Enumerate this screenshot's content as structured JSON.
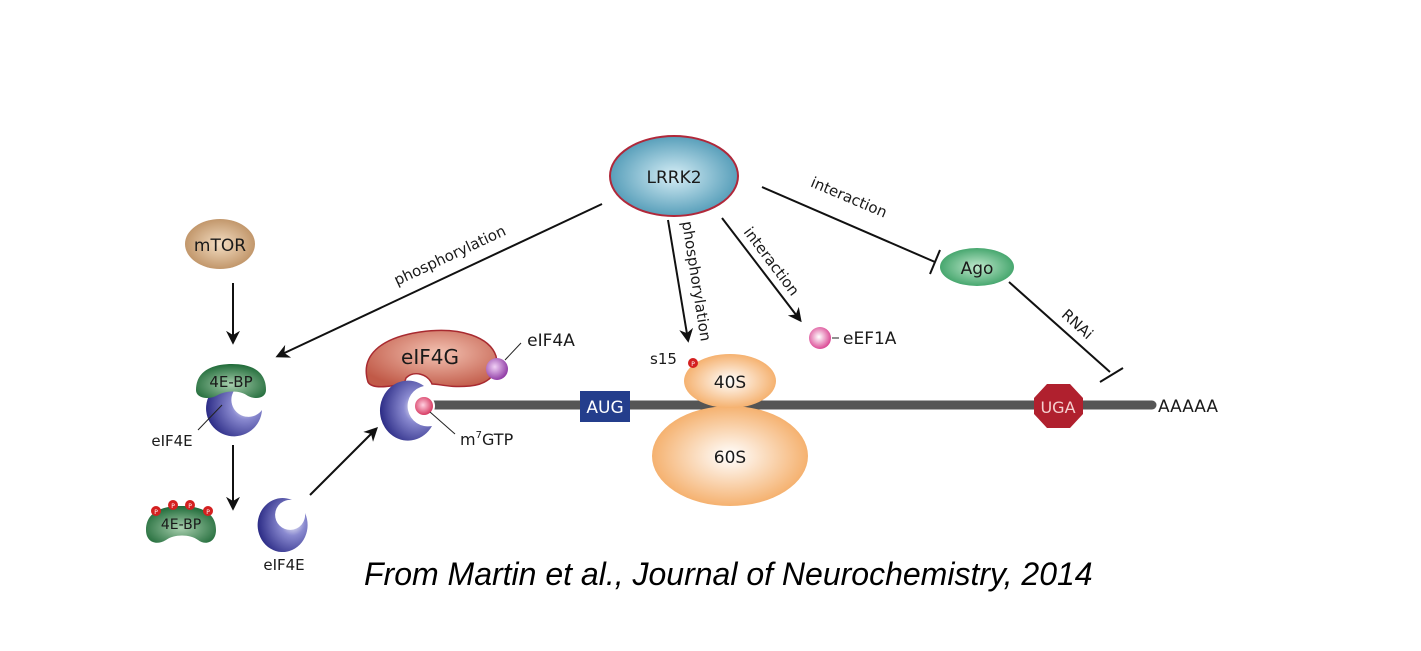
{
  "nodes": {
    "lrrk2": "LRRK2",
    "mtor": "mTOR",
    "ago": "Ago",
    "eif4g": "eIF4G",
    "eif4a": "eIF4A",
    "eif4e": "eIF4E",
    "eif4e_free": "eIF4E",
    "four_e_bp": "4E-BP",
    "four_e_bp_phos": "4E-BP",
    "m7gtp_m": "m",
    "m7gtp_sup": "7",
    "m7gtp_rest": "GTP",
    "s15": "s15",
    "phospho_mark": "P",
    "ribo_40s": "40S",
    "ribo_60s": "60S",
    "eef1a": "eEF1A",
    "aug": "AUG",
    "uga": "UGA",
    "polya": "AAAAA"
  },
  "edges": {
    "lrrk2_to_4ebp": "phosphorylation",
    "lrrk2_to_s15": "phosphorylation",
    "lrrk2_to_eef1a": "interaction",
    "lrrk2_to_ago": "interaction",
    "ago_to_mrna": "RNAi"
  },
  "colors": {
    "lrrk2_fill": "#4a9bb5",
    "lrrk2_stroke": "#b0283a",
    "mtor_fill": "#c49a6c",
    "ago_fill": "#3fa56b",
    "four_e_bp_fill": "#2e7a45",
    "eif4e_fill": "#3c3c96",
    "eif4g_fill": "#c96a5a",
    "eif4a_fill": "#a050b0",
    "ribosome_fill": "#f4a860",
    "mrna": "#555555",
    "aug_box": "#243e8c",
    "uga_octagon": "#b0202e",
    "phospho": "#d42020",
    "eef1a_fill": "#e04a9a"
  },
  "caption": "From Martin et al., Journal of Neurochemistry, 2014"
}
